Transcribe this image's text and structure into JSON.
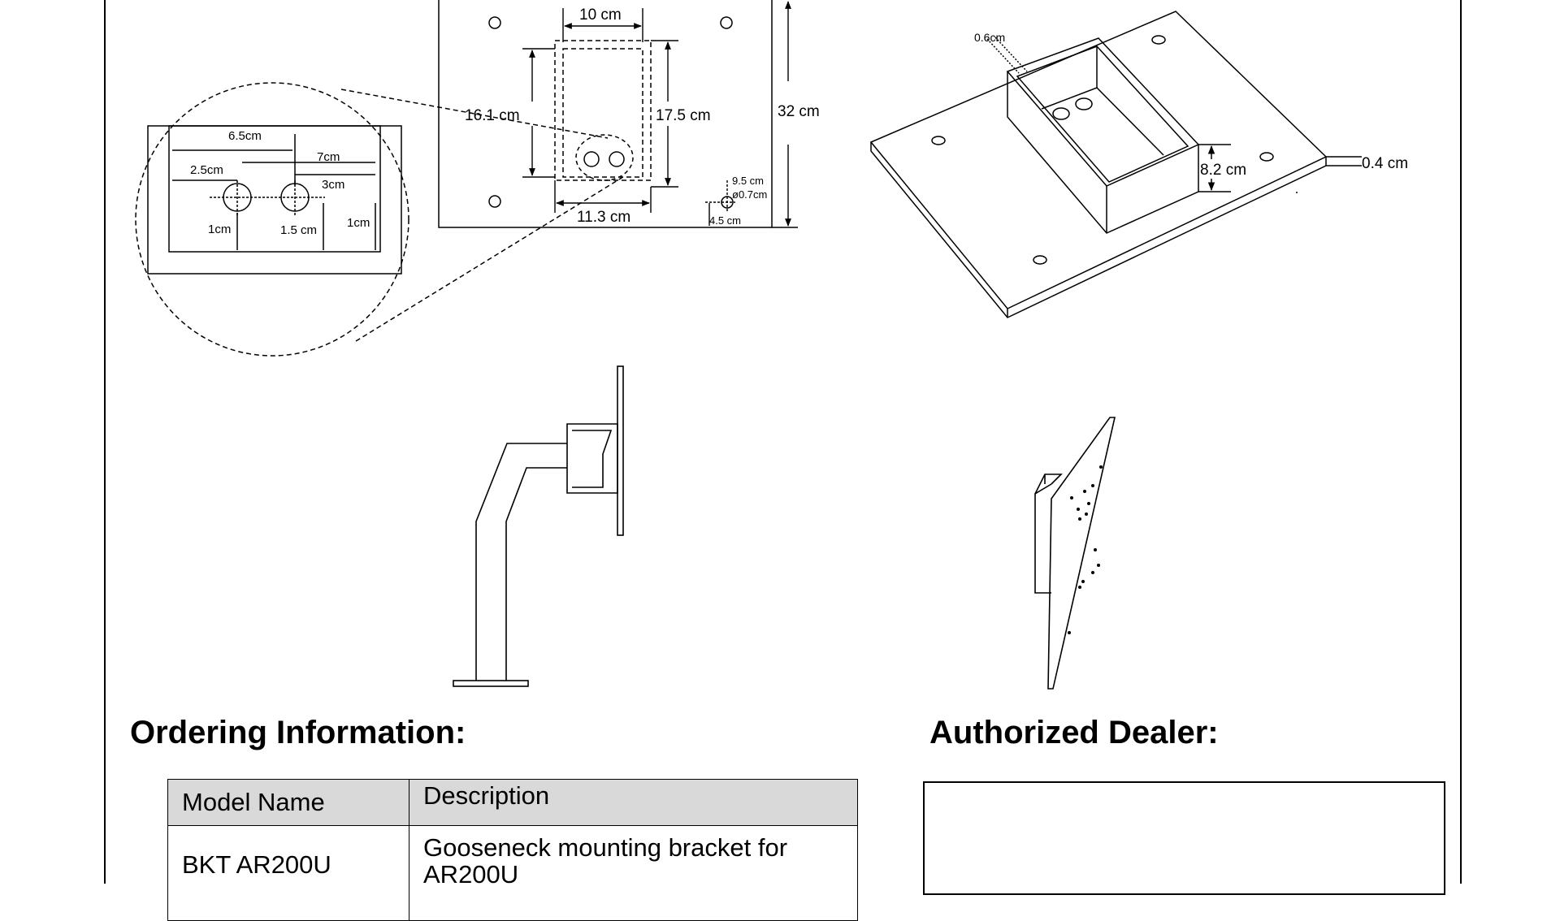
{
  "dimensions": {
    "top_view": {
      "inner_width": "10 cm",
      "inner_height": "16.1 cm",
      "outer_height": "17.5 cm",
      "plate_height": "32 cm",
      "bottom_width": "11.3 cm",
      "hole_offset_x": "9.5 cm",
      "hole_diameter": "ø0.7cm",
      "hole_offset_y": "4.5 cm"
    },
    "detail_view": {
      "d1": "6.5cm",
      "d2": "7cm",
      "d3": "2.5cm",
      "d4": "3cm",
      "d5": "1cm",
      "d6": "1.5 cm",
      "d7": "1cm"
    },
    "iso_view": {
      "wall": "0.6cm",
      "box_height": "8.2 cm",
      "plate_thickness": "0.4 cm"
    }
  },
  "ordering": {
    "heading": "Ordering Information:",
    "columns": [
      "Model Name",
      "Description"
    ],
    "rows": [
      {
        "model": "BKT AR200U",
        "description": "Gooseneck mounting bracket for AR200U"
      }
    ]
  },
  "dealer": {
    "heading": "Authorized Dealer:"
  }
}
